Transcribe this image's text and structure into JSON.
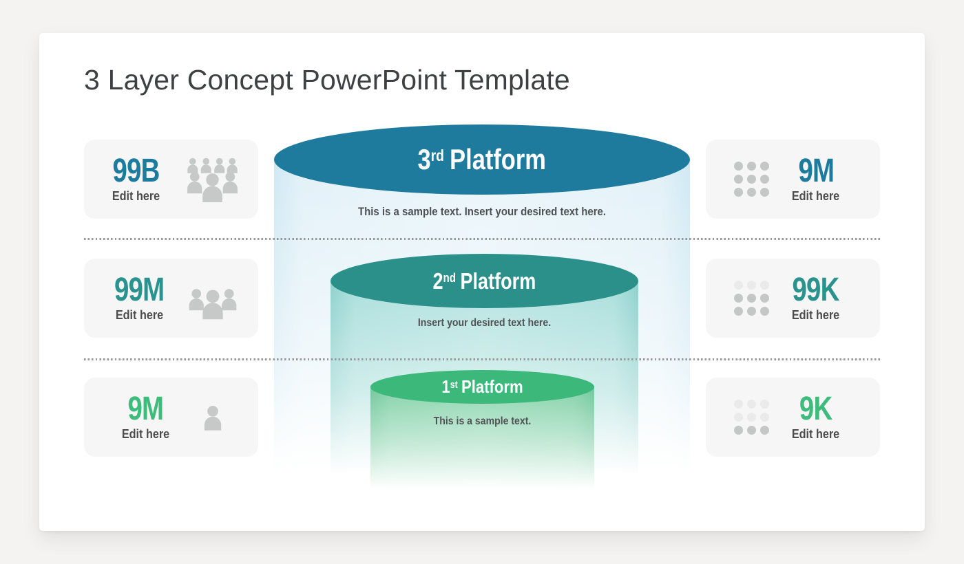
{
  "slide": {
    "title": "3 Layer Concept PowerPoint Template"
  },
  "colors": {
    "platform_3": "#1e7b9d",
    "platform_2": "#2b8f8a",
    "platform_1": "#3cb87b",
    "value_blue": "#1d7b9d",
    "value_teal": "#2a938d",
    "value_green": "#3ebc7b",
    "icon_gray": "#c7c9c9"
  },
  "platforms": [
    {
      "number": "3",
      "ordinal": "rd",
      "word": "Platform",
      "description": "This is a sample text. Insert your desired text here.",
      "color": "#1e7b9d"
    },
    {
      "number": "2",
      "ordinal": "nd",
      "word": "Platform",
      "description": "Insert your desired text here.",
      "color": "#2b8f8a"
    },
    {
      "number": "1",
      "ordinal": "st",
      "word": "Platform",
      "description": "This is a sample text.",
      "color": "#3cb87b"
    }
  ],
  "left_cards": [
    {
      "value": "99B",
      "label": "Edit here",
      "value_color": "#1d7b9d",
      "icon": "crowd-people-icon"
    },
    {
      "value": "99M",
      "label": "Edit here",
      "value_color": "#2a938d",
      "icon": "group-people-icon"
    },
    {
      "value": "9M",
      "label": "Edit here",
      "value_color": "#3ebc7b",
      "icon": "single-person-icon"
    }
  ],
  "right_cards": [
    {
      "value": "9M",
      "label": "Edit here",
      "value_color": "#1d7b9d",
      "icon": "dots-grid-icon",
      "dots": [
        1,
        1,
        1,
        1,
        1,
        1,
        1,
        1,
        1
      ]
    },
    {
      "value": "99K",
      "label": "Edit here",
      "value_color": "#2a938d",
      "icon": "dots-grid-icon",
      "dots": [
        0,
        0,
        0,
        1,
        1,
        1,
        1,
        1,
        1
      ]
    },
    {
      "value": "9K",
      "label": "Edit here",
      "value_color": "#3ebc7b",
      "icon": "dots-grid-icon",
      "dots": [
        0,
        0,
        0,
        0,
        0,
        0,
        1,
        1,
        1
      ]
    }
  ]
}
